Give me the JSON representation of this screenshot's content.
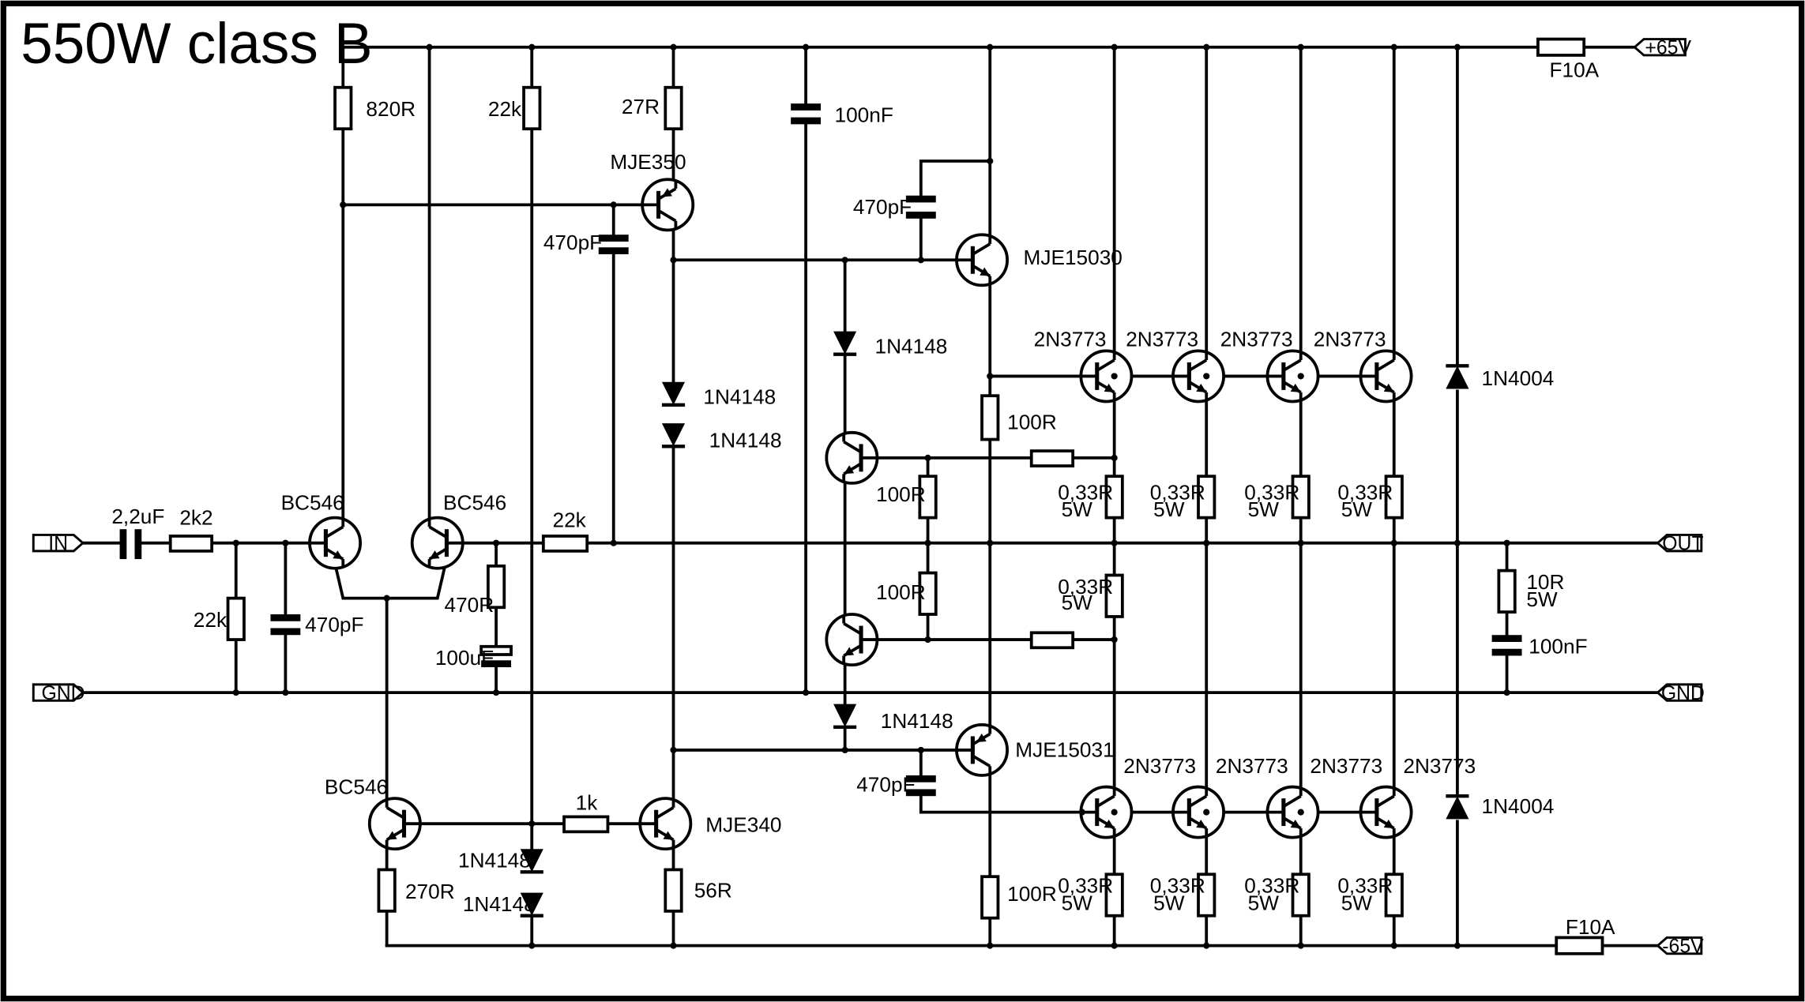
{
  "title": "550W class B",
  "ports": {
    "in": "IN",
    "gnd_left": "GND",
    "pos_supply": "+65V",
    "out": "OUT",
    "gnd_right": "GND",
    "neg_supply": "-65V"
  },
  "fuses": {
    "top": "F10A",
    "bottom": "F10A"
  },
  "input_stage": {
    "c_in": "2,2uF",
    "r_series": "2k2",
    "r_shunt": "22k",
    "c_shunt": "470pF",
    "q1": "BC546",
    "q2": "BC546",
    "r_feedback": "22k",
    "r_fb_gnd": "470R",
    "c_fb_gnd": "100uF",
    "r_top_1": "820R",
    "r_top_2": "22k",
    "q_current_source": "BC546",
    "r_cs_emitter": "270R",
    "d_cs_1": "1N4148",
    "d_cs_2": "1N4148"
  },
  "vas_stage": {
    "r_top": "27R",
    "q_pnp": "MJE350",
    "c_miller": "470pF",
    "d_1": "1N4148",
    "d_2": "1N4148",
    "c_rail": "100nF",
    "r_base": "1k",
    "q_npn": "MJE340",
    "r_emitter": "56R"
  },
  "bias": {
    "d_top": "1N4148",
    "d_bottom": "1N4148",
    "r_mid_1": "100R",
    "r_mid_2": "100R"
  },
  "drivers": {
    "q_top": "MJE15030",
    "q_bottom": "MJE15031",
    "c_top": "470pF",
    "c_bottom": "470pF",
    "r_top": "100R",
    "r_bottom": "100R"
  },
  "output": {
    "top_transistors": [
      "2N3773",
      "2N3773",
      "2N3773",
      "2N3773"
    ],
    "bottom_transistors": [
      "2N3773",
      "2N3773",
      "2N3773",
      "2N3773"
    ],
    "emitter_r_value": "0,33R",
    "emitter_r_power": "5W",
    "protect_r_value": "0,33R",
    "protect_r_power": "5W",
    "d_top": "1N4004",
    "d_bottom": "1N4004"
  },
  "zobel": {
    "r_value": "10R",
    "r_power": "5W",
    "c": "100nF"
  }
}
